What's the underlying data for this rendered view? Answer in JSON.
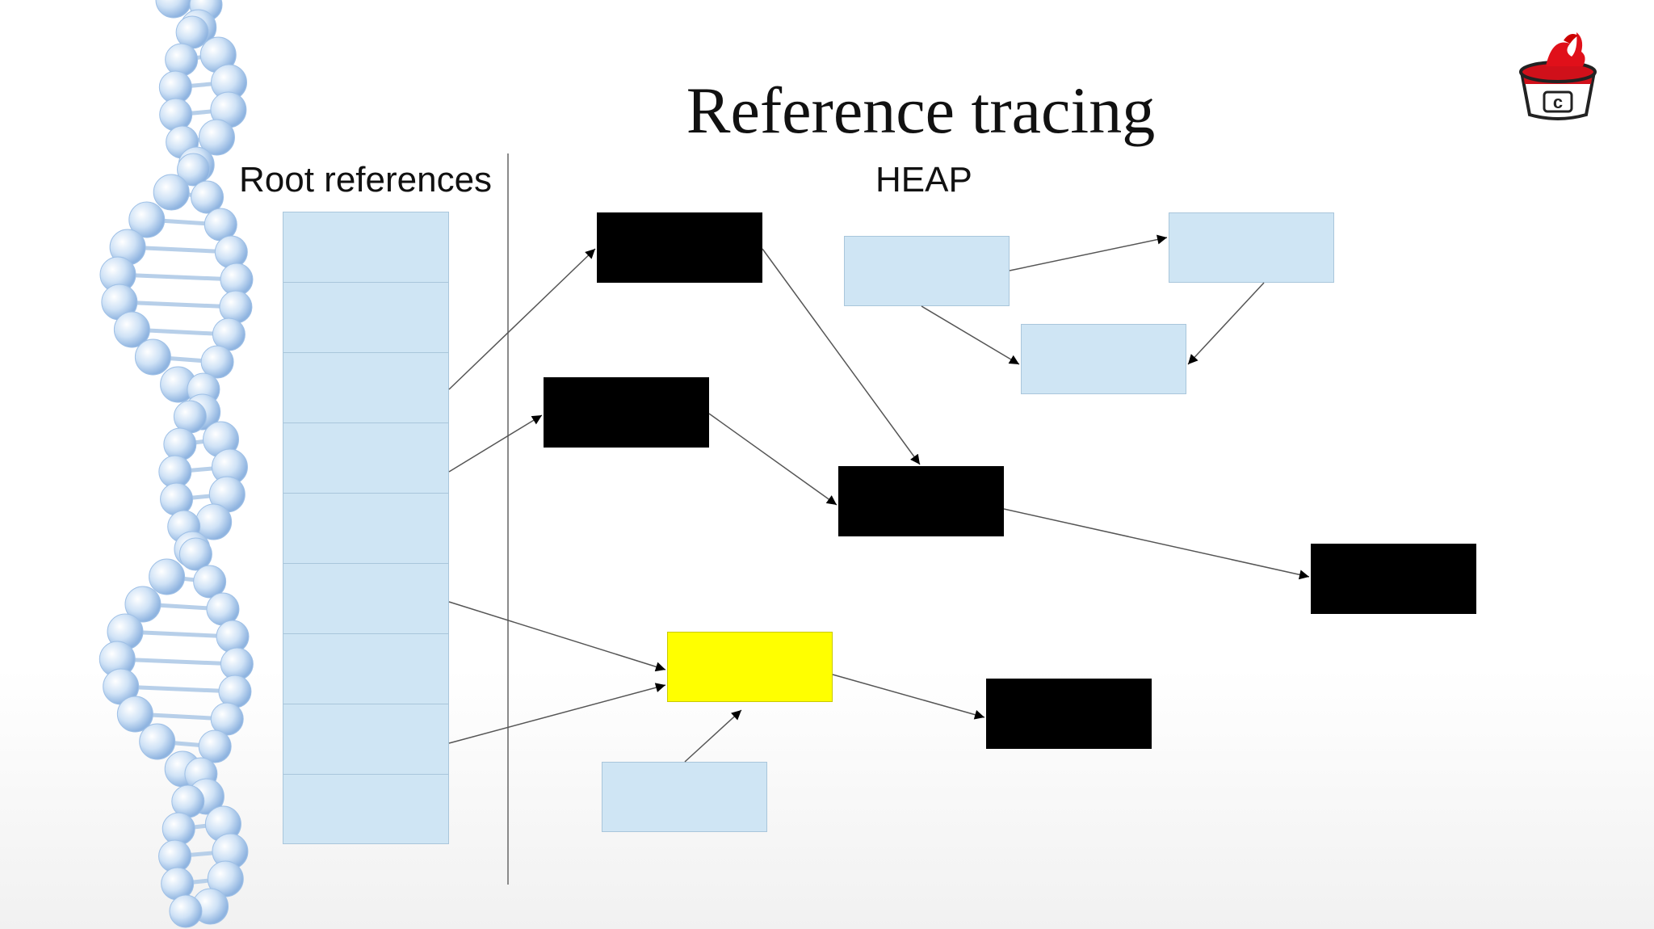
{
  "slide": {
    "title": "Reference tracing",
    "root_label": "Root references",
    "heap_label": "HEAP"
  },
  "colors": {
    "reachable": "#000000",
    "unreachable": "#cfe5f4",
    "highlight": "#ffff00",
    "edge": "#555555"
  },
  "icons": {
    "left_decoration": "dna-helix-icon",
    "top_right_logo": "bucket-logo-icon"
  },
  "root_references": {
    "count": 9
  },
  "heap_nodes": [
    {
      "id": "n1",
      "state": "reachable"
    },
    {
      "id": "n2",
      "state": "reachable"
    },
    {
      "id": "n3",
      "state": "reachable"
    },
    {
      "id": "n4",
      "state": "reachable"
    },
    {
      "id": "n5",
      "state": "highlight"
    },
    {
      "id": "n6",
      "state": "reachable"
    },
    {
      "id": "n7",
      "state": "unreachable"
    },
    {
      "id": "n8",
      "state": "unreachable"
    },
    {
      "id": "n9",
      "state": "unreachable"
    },
    {
      "id": "n10",
      "state": "unreachable"
    }
  ],
  "edges": [
    {
      "from": "root-3",
      "to": "n1"
    },
    {
      "from": "root-4",
      "to": "n2"
    },
    {
      "from": "root-6",
      "to": "n5"
    },
    {
      "from": "root-8",
      "to": "n5"
    },
    {
      "from": "n1",
      "to": "n3"
    },
    {
      "from": "n2",
      "to": "n3"
    },
    {
      "from": "n3",
      "to": "n4"
    },
    {
      "from": "n5",
      "to": "n6"
    },
    {
      "from": "n10",
      "to": "n5"
    },
    {
      "from": "n7",
      "to": "n8"
    },
    {
      "from": "n7",
      "to": "n9"
    },
    {
      "from": "n8",
      "to": "n9"
    }
  ]
}
